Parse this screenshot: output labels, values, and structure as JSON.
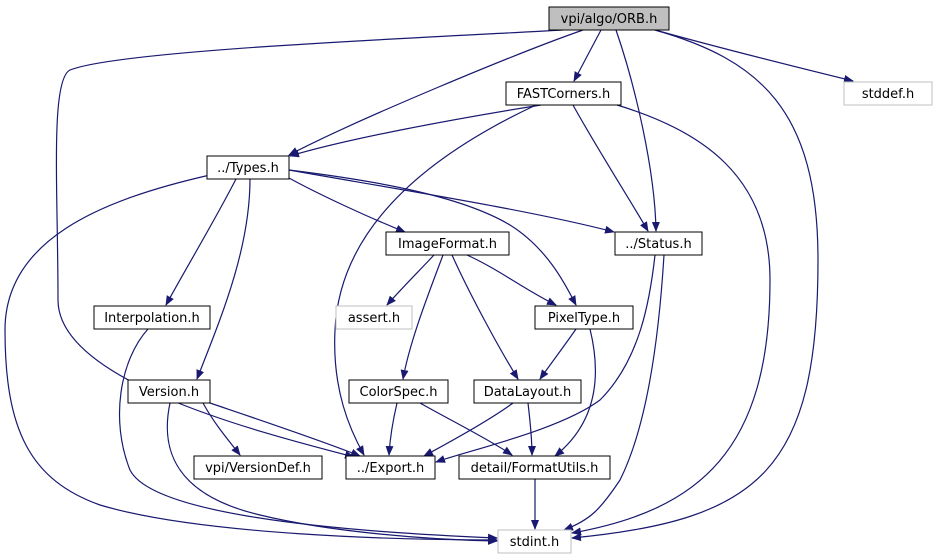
{
  "diagram": {
    "colors": {
      "edge": "#191970",
      "node_border": "#000000",
      "external_border": "#bfbfbf",
      "root_fill": "#bfbfbf",
      "node_fill": "#ffffff"
    },
    "nodes": [
      {
        "id": "orb",
        "label": "vpi/algo/ORB.h",
        "kind": "root"
      },
      {
        "id": "fast",
        "label": "FASTCorners.h",
        "kind": "normal"
      },
      {
        "id": "stddef",
        "label": "stddef.h",
        "kind": "external"
      },
      {
        "id": "types",
        "label": "../Types.h",
        "kind": "normal"
      },
      {
        "id": "imageformat",
        "label": "ImageFormat.h",
        "kind": "normal"
      },
      {
        "id": "status",
        "label": "../Status.h",
        "kind": "normal"
      },
      {
        "id": "interp",
        "label": "Interpolation.h",
        "kind": "normal"
      },
      {
        "id": "assert",
        "label": "assert.h",
        "kind": "external"
      },
      {
        "id": "pixeltype",
        "label": "PixelType.h",
        "kind": "normal"
      },
      {
        "id": "version",
        "label": "Version.h",
        "kind": "normal"
      },
      {
        "id": "colorspec",
        "label": "ColorSpec.h",
        "kind": "normal"
      },
      {
        "id": "datalayout",
        "label": "DataLayout.h",
        "kind": "normal"
      },
      {
        "id": "versiondef",
        "label": "vpi/VersionDef.h",
        "kind": "normal"
      },
      {
        "id": "export",
        "label": "../Export.h",
        "kind": "normal"
      },
      {
        "id": "formatutils",
        "label": "detail/FormatUtils.h",
        "kind": "normal"
      },
      {
        "id": "stdint",
        "label": "stdint.h",
        "kind": "external"
      }
    ],
    "edges": [
      {
        "from": "orb",
        "to": "fast"
      },
      {
        "from": "orb",
        "to": "types"
      },
      {
        "from": "orb",
        "to": "stddef"
      },
      {
        "from": "orb",
        "to": "status"
      },
      {
        "from": "orb",
        "to": "export"
      },
      {
        "from": "orb",
        "to": "stdint"
      },
      {
        "from": "fast",
        "to": "types"
      },
      {
        "from": "fast",
        "to": "status"
      },
      {
        "from": "fast",
        "to": "export"
      },
      {
        "from": "fast",
        "to": "stdint"
      },
      {
        "from": "types",
        "to": "imageformat"
      },
      {
        "from": "types",
        "to": "status"
      },
      {
        "from": "types",
        "to": "pixeltype"
      },
      {
        "from": "types",
        "to": "interp"
      },
      {
        "from": "types",
        "to": "version"
      },
      {
        "from": "types",
        "to": "stdint"
      },
      {
        "from": "imageformat",
        "to": "assert"
      },
      {
        "from": "imageformat",
        "to": "pixeltype"
      },
      {
        "from": "imageformat",
        "to": "colorspec"
      },
      {
        "from": "imageformat",
        "to": "datalayout"
      },
      {
        "from": "status",
        "to": "export"
      },
      {
        "from": "status",
        "to": "stdint"
      },
      {
        "from": "interp",
        "to": "stdint"
      },
      {
        "from": "pixeltype",
        "to": "datalayout"
      },
      {
        "from": "pixeltype",
        "to": "formatutils"
      },
      {
        "from": "version",
        "to": "versiondef"
      },
      {
        "from": "version",
        "to": "export"
      },
      {
        "from": "version",
        "to": "stdint"
      },
      {
        "from": "colorspec",
        "to": "export"
      },
      {
        "from": "colorspec",
        "to": "formatutils"
      },
      {
        "from": "datalayout",
        "to": "export"
      },
      {
        "from": "datalayout",
        "to": "formatutils"
      },
      {
        "from": "formatutils",
        "to": "stdint"
      }
    ]
  }
}
